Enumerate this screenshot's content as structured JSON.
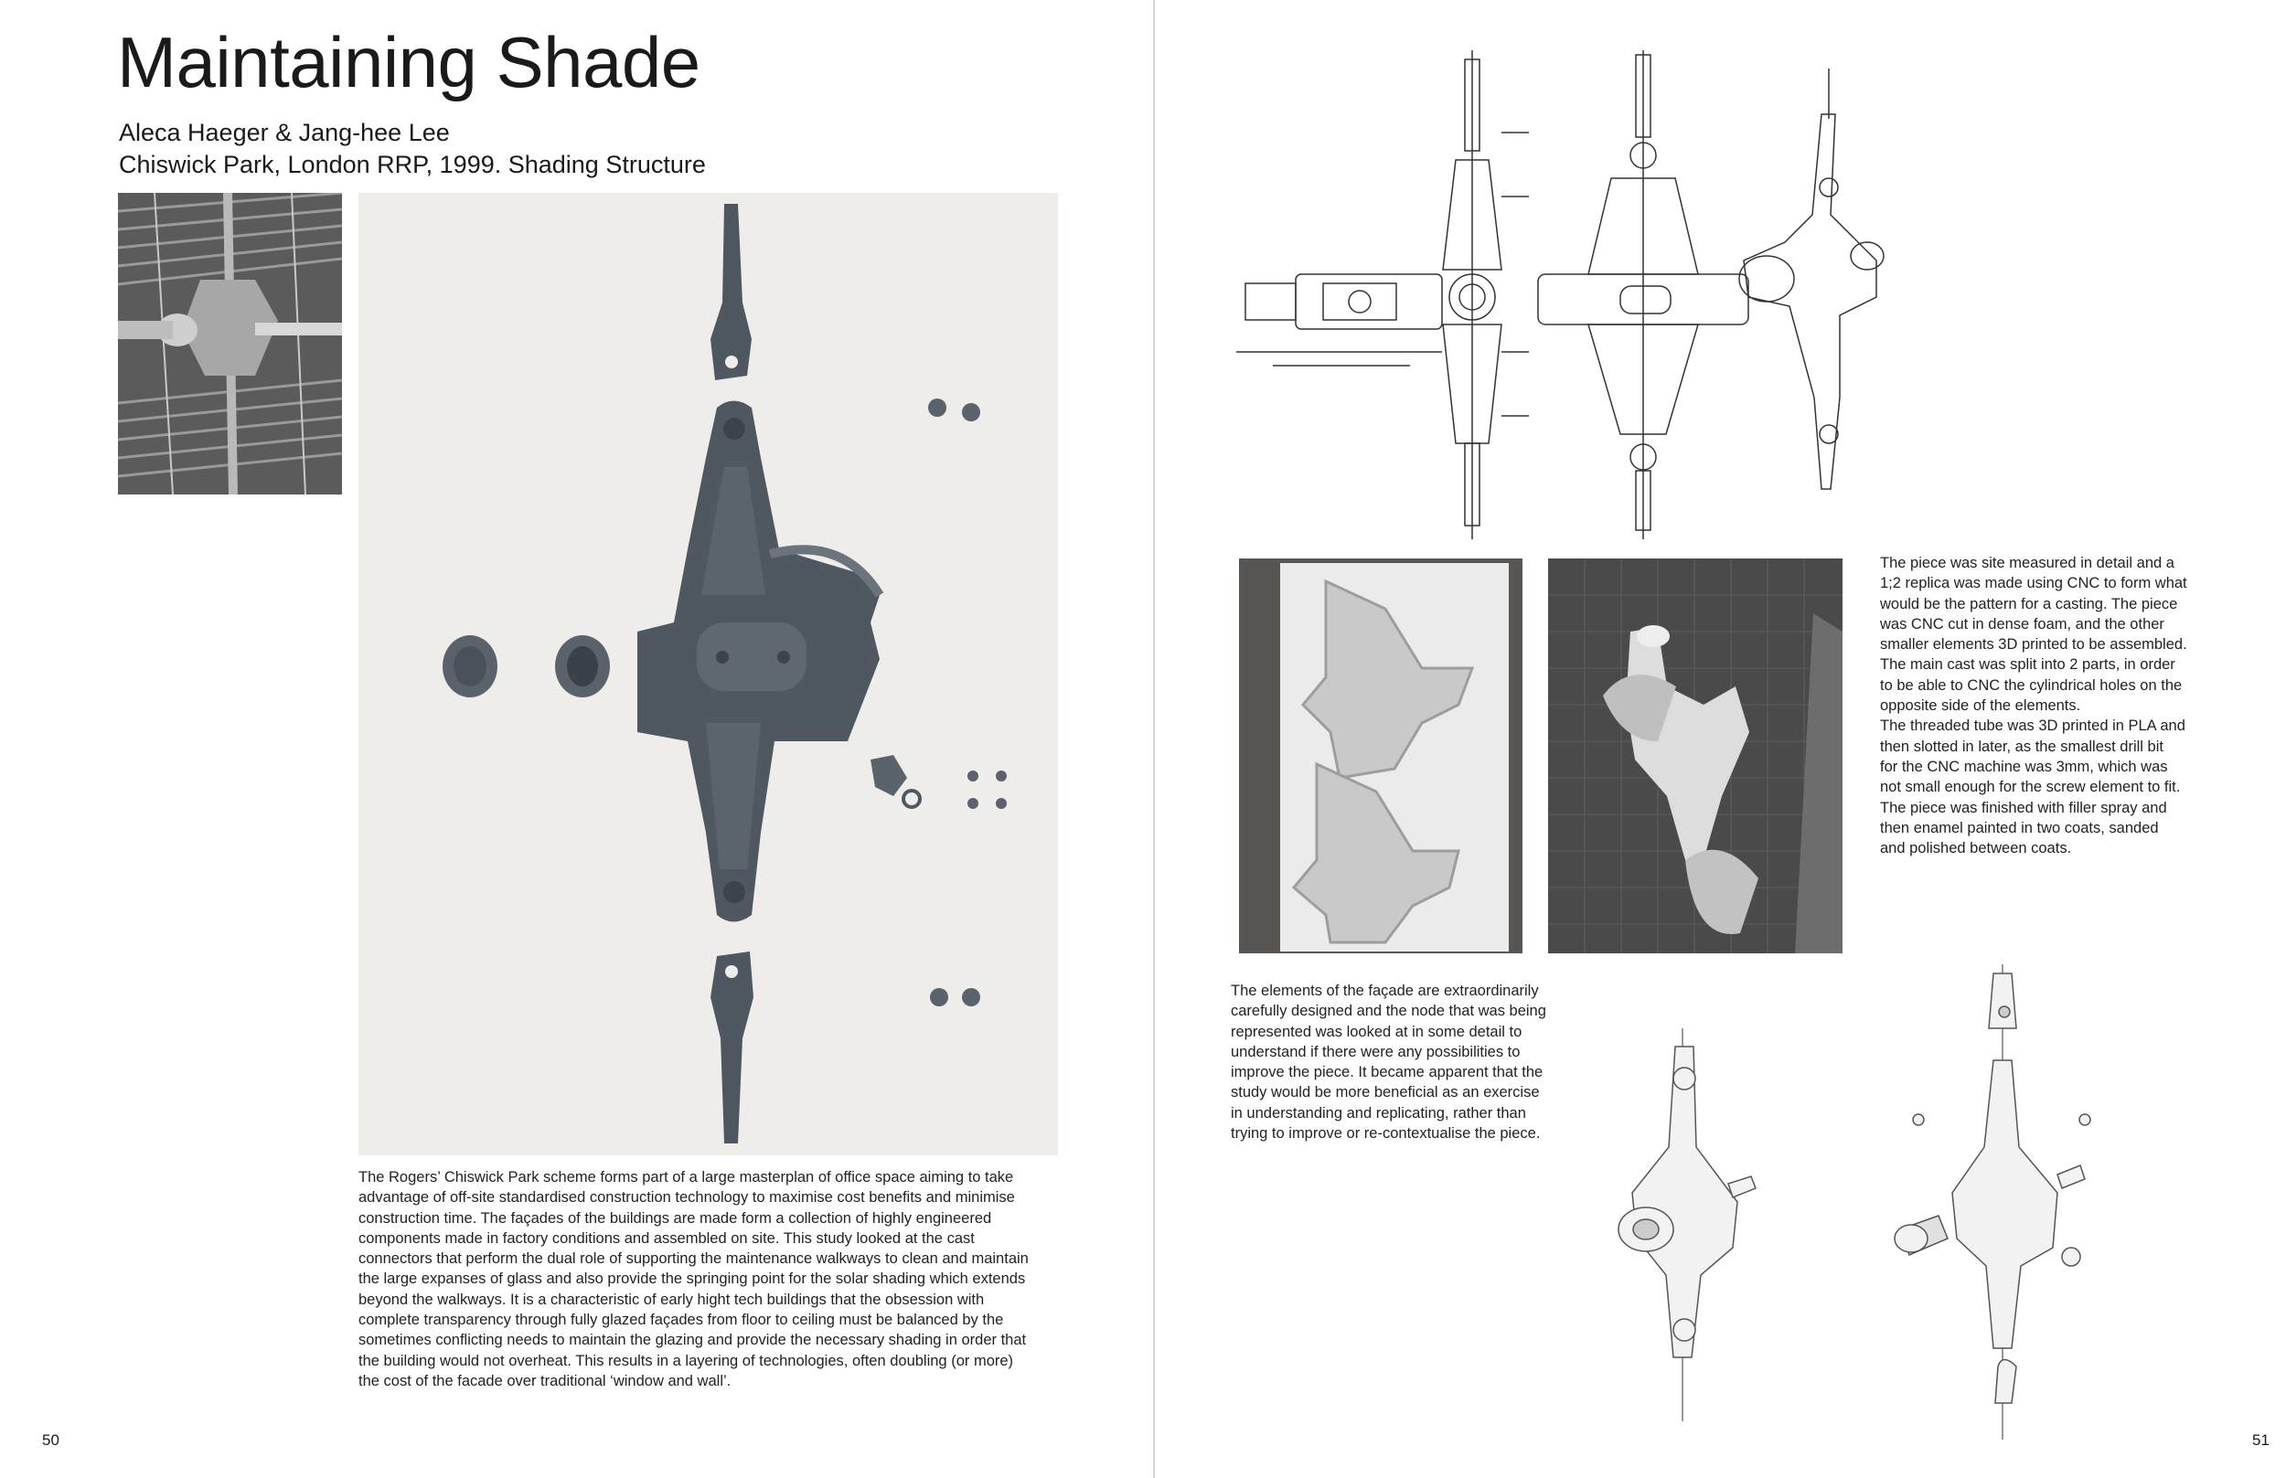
{
  "left_page": {
    "title": "Maintaining Shade",
    "authors": "Aleca Haeger & Jang-hee Lee",
    "project": "Chiswick Park, London RRP, 1999. Shading Structure",
    "body_lines": [
      "The Rogers’ Chiswick Park scheme forms part of a large masterplan of office space aiming to take",
      "advantage of off-site standardised construction technology to maximise cost benefits and minimise",
      "construction time. The façades of the buildings are made form a collection of highly engineered",
      "components made in factory conditions and assembled on site. This study looked at the cast",
      "connectors that perform the dual role of supporting the maintenance walkways to clean and maintain",
      "the large expanses of glass and also provide the springing point for the solar shading which extends",
      "beyond the walkways. It is a characteristic of early hight tech buildings that the obsession with",
      "complete transparency through fully glazed façades from floor to ceiling must be balanced by the",
      "sometimes conflicting needs to maintain the glazing and provide the necessary shading in order that",
      "the building would not overheat. This results in a layering of technologies, often doubling (or more)",
      "the cost of the facade over traditional ‘window and wall’."
    ],
    "page_number": "50"
  },
  "right_page": {
    "process_lines": [
      "The piece was site measured in detail and a",
      "1;2 replica was made using CNC to form what",
      "would be the pattern for a casting. The piece",
      "was CNC cut in dense foam, and the other",
      "smaller elements 3D printed to be assembled.",
      "The main cast was split into 2 parts, in order",
      "to be able to CNC the cylindrical holes on the",
      "opposite side of the elements.",
      "The threaded tube was 3D printed in PLA and",
      "then slotted in later, as the smallest drill bit",
      "for the CNC machine was 3mm, which was",
      "not small enough for the screw element to fit.",
      "The piece was finished with filler spray and",
      "then enamel painted in two coats, sanded",
      "and polished between coats."
    ],
    "facade_lines": [
      "The elements of the façade are extraordinarily",
      "carefully designed and the node that was being",
      "represented was looked at in some detail to",
      "understand if there were any possibilities to",
      "improve the piece. It became apparent that the",
      "study would be more beneficial as an exercise",
      "in understanding and replicating, rather than",
      "trying to improve or re-contextualise the piece."
    ],
    "page_number": "51"
  },
  "colors": {
    "casting": "#4f5761",
    "casting_light": "#6b737d",
    "backdrop": "#ecebe8",
    "drawing_line": "#333333"
  }
}
